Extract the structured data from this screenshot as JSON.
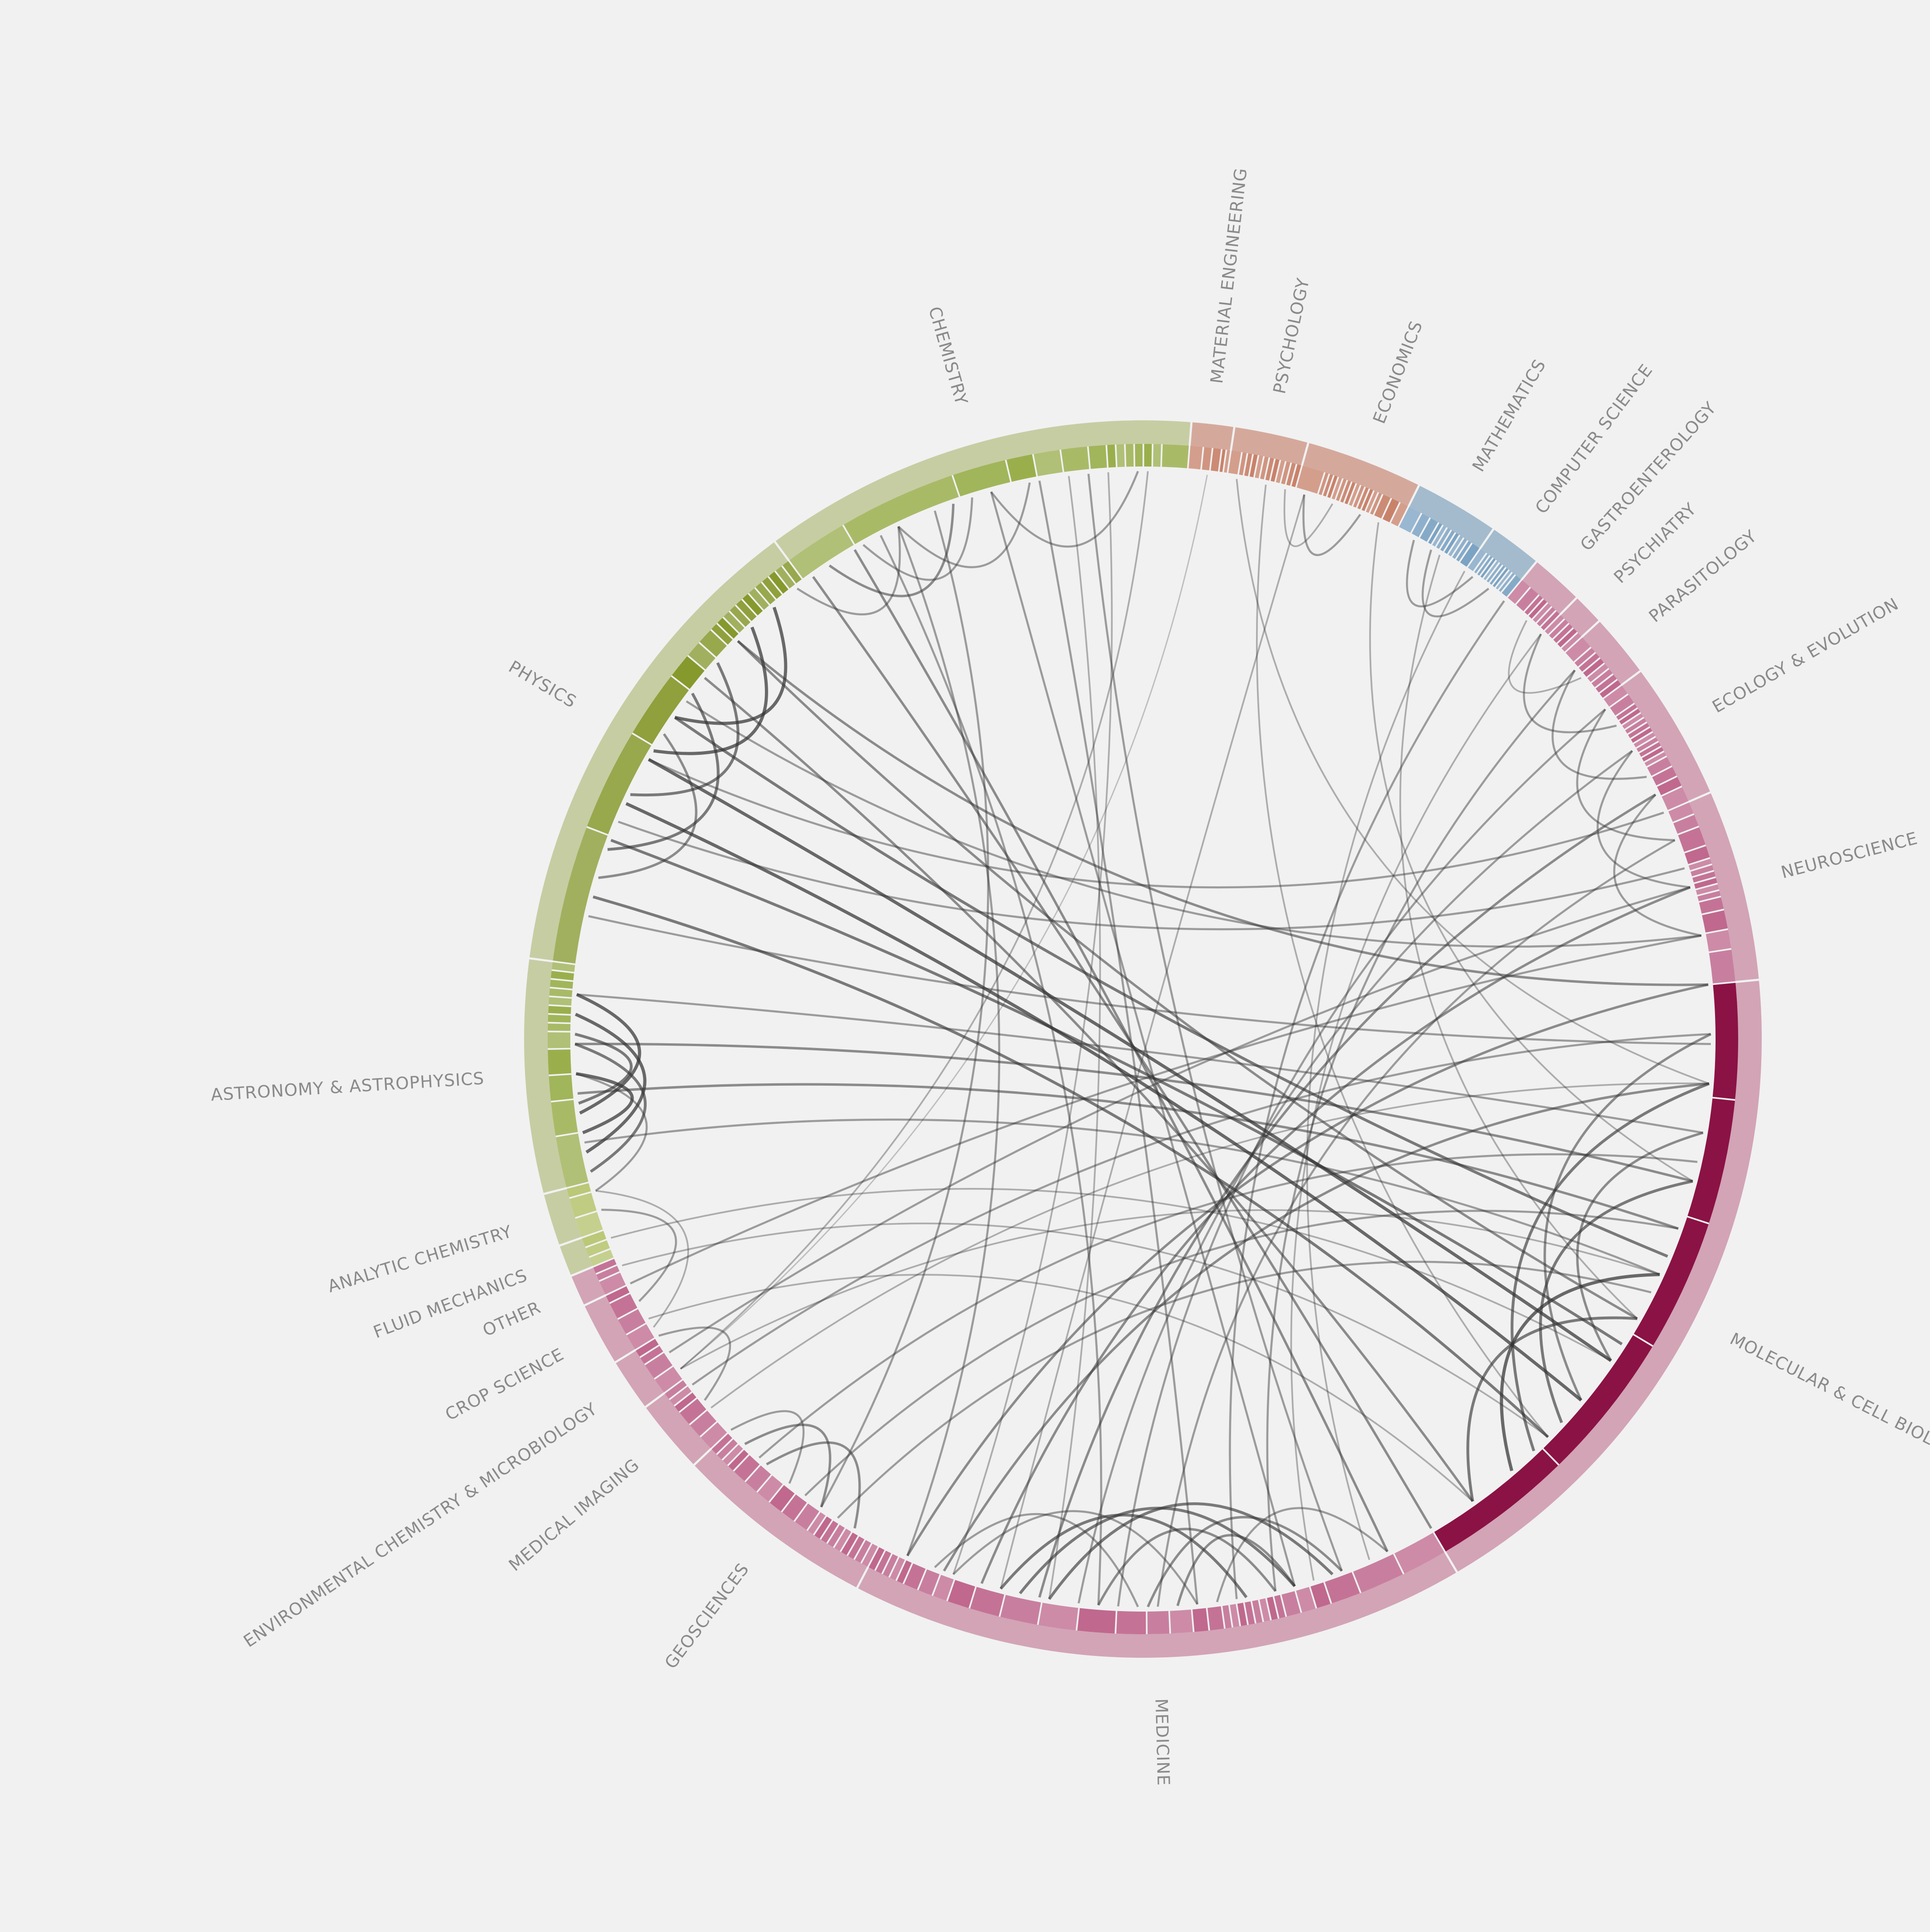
{
  "chart_data": {
    "type": "chord",
    "title": "",
    "groups": [
      {
        "label": "MATERIAL ENGINEERING",
        "color": "#c9826a",
        "outer": "#d4a99c",
        "start": 0,
        "end": 4,
        "leaves": [
          3,
          2,
          2,
          1,
          1
        ]
      },
      {
        "label": "PSYCHOLOGY",
        "color": "#c9826a",
        "outer": "#d4a99c",
        "start": 4,
        "end": 11,
        "leaves": [
          2,
          1,
          1,
          1,
          1,
          1,
          1,
          1,
          1,
          1,
          1,
          1
        ]
      },
      {
        "label": "ECONOMICS",
        "color": "#c9826a",
        "outer": "#d4a99c",
        "start": 11,
        "end": 22,
        "leaves": [
          5,
          1,
          1,
          1,
          1,
          1,
          1,
          1,
          1,
          1,
          1,
          1,
          1,
          1,
          2,
          2,
          2
        ]
      },
      {
        "label": "MATHEMATICS",
        "color": "#7ba3c4",
        "outer": "#a3bbcd",
        "start": 22,
        "end": 30,
        "leaves": [
          3,
          2,
          2,
          1,
          1,
          1,
          1,
          1,
          1,
          1,
          1,
          2
        ]
      },
      {
        "label": "COMPUTER SCIENCE",
        "color": "#7ba3c4",
        "outer": "#a3bbcd",
        "start": 30,
        "end": 35,
        "leaves": [
          2,
          1,
          1,
          1,
          1,
          1,
          1,
          1,
          1,
          1,
          2
        ]
      },
      {
        "label": "GASTROENTEROLOGY",
        "color": "#c0688e",
        "outer": "#d2a4b6",
        "start": 35,
        "end": 40,
        "leaves": [
          2,
          2,
          1,
          1,
          1,
          1,
          1
        ]
      },
      {
        "label": "PSYCHIATRY",
        "color": "#c0688e",
        "outer": "#d2a4b6",
        "start": 40,
        "end": 43,
        "leaves": [
          1,
          1,
          1,
          1,
          1
        ]
      },
      {
        "label": "PARASITOLOGY",
        "color": "#c0688e",
        "outer": "#d2a4b6",
        "start": 43,
        "end": 49,
        "leaves": [
          2,
          1,
          1,
          1,
          1,
          1,
          1,
          1
        ]
      },
      {
        "label": "ECOLOGY & EVOLUTION",
        "color": "#c0688e",
        "outer": "#d2a4b6",
        "start": 49,
        "end": 62,
        "leaves": [
          2,
          2,
          1,
          1,
          1,
          1,
          1,
          1,
          1,
          1,
          1,
          1,
          1,
          2,
          2,
          2,
          3
        ]
      },
      {
        "label": "NEUROSCIENCE",
        "color": "#c0688e",
        "outer": "#d2a4b6",
        "start": 62,
        "end": 80,
        "leaves": [
          2,
          2,
          3,
          2,
          1,
          1,
          1,
          1,
          1,
          1,
          2,
          3,
          3,
          5
        ]
      },
      {
        "label": "MOLECULAR & CELL BIOLOGY",
        "color": "#8b1244",
        "outer": "#d2a4b6",
        "start": 80,
        "end": 145,
        "leaves": [
          14,
          15,
          16,
          18,
          17
        ]
      },
      {
        "label": "MEDICINE",
        "color": "#c0688e",
        "outer": "#d2a4b6",
        "start": 145,
        "end": 203,
        "leaves": [
          6,
          6,
          4,
          2,
          2,
          2,
          1,
          1,
          1,
          1,
          1,
          1,
          1,
          1,
          2,
          2,
          3,
          3,
          4,
          5,
          5,
          5,
          4,
          3,
          2,
          2,
          2,
          1,
          1,
          1,
          1,
          1
        ]
      },
      {
        "label": "GEOSCIENCES",
        "color": "#c0688e",
        "outer": "#d2a4b6",
        "start": 203,
        "end": 222,
        "leaves": [
          1,
          1,
          1,
          1,
          1,
          1,
          1,
          1,
          1,
          2,
          2,
          2,
          2,
          2,
          2,
          1,
          1,
          1,
          1
        ]
      },
      {
        "label": "MEDICAL IMAGING",
        "color": "#c0688e",
        "outer": "#d2a4b6",
        "start": 222,
        "end": 229,
        "leaves": [
          2,
          2,
          2,
          1,
          1,
          1
        ]
      },
      {
        "label": "ENVIRONMENTAL CHEMISTRY & MICROBIOLOGY",
        "color": "#c0688e",
        "outer": "#d2a4b6",
        "start": 229,
        "end": 234,
        "leaves": [
          2,
          2,
          1,
          1
        ]
      },
      {
        "label": "CROP SCIENCE",
        "color": "#c0688e",
        "outer": "#d2a4b6",
        "start": 234,
        "end": 240,
        "leaves": [
          2,
          2,
          2,
          1
        ]
      },
      {
        "label": "OTHER",
        "color": "#c0688e",
        "outer": "#d2a4b6",
        "start": 240,
        "end": 243,
        "leaves": [
          2,
          1,
          1
        ]
      },
      {
        "label": "FLUID MECHANICS",
        "color": "#b5c46c",
        "outer": "#c6cda3",
        "start": 243,
        "end": 246,
        "leaves": [
          1,
          1,
          1
        ]
      },
      {
        "label": "ANALYTIC CHEMISTRY",
        "color": "#b5c46c",
        "outer": "#c6cda3",
        "start": 246,
        "end": 251,
        "leaves": [
          2,
          2,
          1
        ]
      },
      {
        "label": "ASTRONOMY & ASTROPHYSICS",
        "color": "#9aaf4c",
        "outer": "#c6cda3",
        "start": 251,
        "end": 273,
        "leaves": [
          6,
          4,
          3,
          3,
          2,
          1,
          1,
          1,
          1,
          1,
          1,
          1,
          1
        ]
      },
      {
        "label": "PHYSICS",
        "color": "#86992c",
        "outer": "#c6cda3",
        "start": 273,
        "end": 319,
        "leaves": [
          16,
          12,
          8,
          3,
          2,
          2,
          1,
          1,
          1,
          1,
          1,
          1,
          1,
          1,
          1,
          1,
          1,
          1
        ]
      },
      {
        "label": "CHEMISTRY",
        "color": "#9aaf4c",
        "outer": "#c6cda3",
        "start": 319,
        "end": 360,
        "leaves": [
          7,
          13,
          6,
          3,
          3,
          3,
          2,
          1,
          1,
          1,
          1,
          1,
          1,
          3
        ]
      }
    ],
    "links_note": "",
    "links": [
      [
        315,
        300,
        6
      ],
      [
        312,
        296,
        6
      ],
      [
        307,
        291,
        5
      ],
      [
        303,
        285,
        5
      ],
      [
        298,
        282,
        4
      ],
      [
        336,
        322,
        4
      ],
      [
        344,
        330,
        3
      ],
      [
        355,
        340,
        3
      ],
      [
        338,
        326,
        3
      ],
      [
        330,
        318,
        3
      ],
      [
        270,
        258,
        6
      ],
      [
        268,
        254,
        6
      ],
      [
        265,
        252,
        5
      ],
      [
        262,
        256,
        6
      ],
      [
        259,
        266,
        5
      ],
      [
        250,
        262,
        3
      ],
      [
        238,
        248,
        3
      ],
      [
        235,
        250,
        2
      ],
      [
        226,
        234,
        3
      ],
      [
        220,
        210,
        4
      ],
      [
        217,
        206,
        4
      ],
      [
        214,
        222,
        3
      ],
      [
        190,
        165,
        5
      ],
      [
        188,
        160,
        5
      ],
      [
        185,
        156,
        5
      ],
      [
        180,
        162,
        4
      ],
      [
        175,
        155,
        4
      ],
      [
        172,
        160,
        4
      ],
      [
        168,
        150,
        3
      ],
      [
        195,
        170,
        3
      ],
      [
        197,
        176,
        3
      ],
      [
        135,
        110,
        6
      ],
      [
        128,
        100,
        5
      ],
      [
        120,
        95,
        4
      ],
      [
        140,
        115,
        5
      ],
      [
        132,
        90,
        5
      ],
      [
        125,
        85,
        4
      ],
      [
        75,
        60,
        3
      ],
      [
        70,
        55,
        3
      ],
      [
        65,
        50,
        3
      ],
      [
        58,
        45,
        3
      ],
      [
        52,
        40,
        3
      ],
      [
        46,
        38,
        2
      ],
      [
        33,
        26,
        3
      ],
      [
        31,
        24,
        3
      ],
      [
        18,
        12,
        3
      ],
      [
        15,
        10,
        2
      ],
      [
        295,
        120,
        6
      ],
      [
        290,
        125,
        6
      ],
      [
        286,
        118,
        5
      ],
      [
        280,
        130,
        5
      ],
      [
        300,
        108,
        5
      ],
      [
        310,
        115,
        4
      ],
      [
        305,
        140,
        4
      ],
      [
        320,
        145,
        4
      ],
      [
        325,
        150,
        4
      ],
      [
        340,
        160,
        3
      ],
      [
        350,
        155,
        3
      ],
      [
        345,
        170,
        3
      ],
      [
        265,
        100,
        4
      ],
      [
        260,
        105,
        4
      ],
      [
        255,
        110,
        3
      ],
      [
        270,
        95,
        3
      ],
      [
        240,
        75,
        3
      ],
      [
        232,
        70,
        3
      ],
      [
        228,
        85,
        3
      ],
      [
        225,
        90,
        2
      ],
      [
        218,
        98,
        3
      ],
      [
        212,
        105,
        3
      ],
      [
        208,
        112,
        3
      ],
      [
        200,
        80,
        4
      ],
      [
        196,
        90,
        4
      ],
      [
        192,
        70,
        4
      ],
      [
        186,
        60,
        4
      ],
      [
        182,
        55,
        3
      ],
      [
        178,
        50,
        3
      ],
      [
        174,
        65,
        3
      ],
      [
        166,
        35,
        3
      ],
      [
        162,
        45,
        3
      ],
      [
        158,
        40,
        2
      ],
      [
        152,
        30,
        2
      ],
      [
        5,
        90,
        2
      ],
      [
        8,
        130,
        2
      ],
      [
        20,
        100,
        2
      ],
      [
        27,
        115,
        2
      ],
      [
        12,
        190,
        2
      ],
      [
        2,
        230,
        1
      ],
      [
        310,
        80,
        4
      ],
      [
        302,
        75,
        3
      ],
      [
        295,
        62,
        3
      ],
      [
        288,
        68,
        3
      ],
      [
        278,
        86,
        3
      ],
      [
        330,
        200,
        3
      ],
      [
        334,
        210,
        3
      ],
      [
        328,
        180,
        3
      ],
      [
        348,
        185,
        2
      ],
      [
        352,
        195,
        2
      ],
      [
        356,
        230,
        2
      ],
      [
        245,
        120,
        2
      ],
      [
        242,
        130,
        2
      ],
      [
        236,
        140,
        2
      ],
      [
        230,
        110,
        2
      ]
    ]
  }
}
